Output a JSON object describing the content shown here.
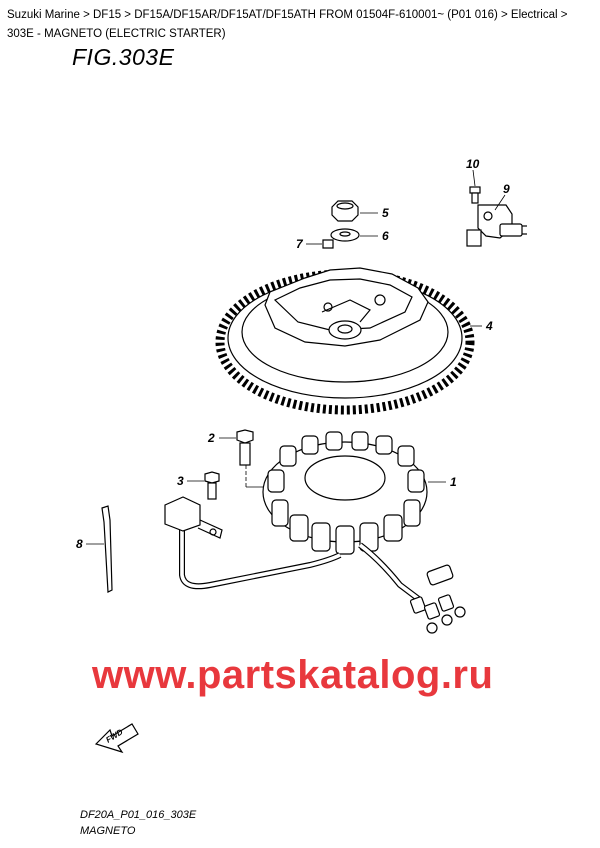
{
  "breadcrumb": {
    "items": [
      "Suzuki Marine",
      "DF15",
      "DF15A/DF15AR/DF15AT/DF15ATH FROM 01504F-610001~ (P01 016)",
      "Electrical",
      "303E - MAGNETO (ELECTRIC STARTER)"
    ],
    "separator": " > "
  },
  "figure": {
    "title": "FIG.303E"
  },
  "callouts": {
    "c1": "1",
    "c2": "2",
    "c3": "3",
    "c4": "4",
    "c5": "5",
    "c6": "6",
    "c7": "7",
    "c8": "8",
    "c9": "9",
    "c10": "10"
  },
  "fwd_label": "FWD",
  "watermark": {
    "text": "www.partskatalog.ru",
    "color": "#e8383d"
  },
  "footer": {
    "code": "DF20A_P01_016_303E",
    "name": "MAGNETO"
  }
}
